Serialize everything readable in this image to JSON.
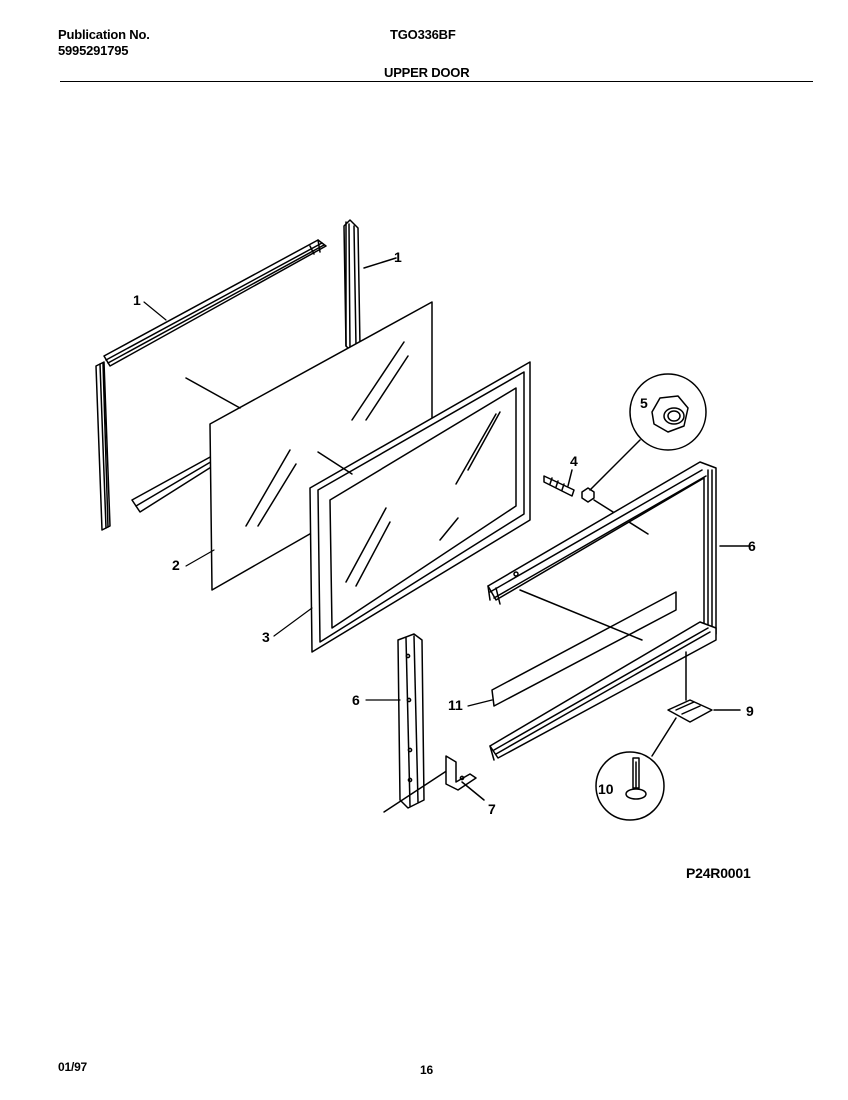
{
  "header": {
    "publication_label": "Publication No.",
    "publication_number": "5995291795",
    "model": "TGO336BF",
    "section_title": "UPPER DOOR"
  },
  "callouts": {
    "c1a": "1",
    "c1b": "1",
    "c2": "2",
    "c3": "3",
    "c4": "4",
    "c5": "5",
    "c6a": "6",
    "c6b": "6",
    "c7": "7",
    "c9": "9",
    "c10": "10",
    "c11": "11"
  },
  "footer": {
    "diagram_code": "P24R0001",
    "date": "01/97",
    "page_number": "16"
  }
}
